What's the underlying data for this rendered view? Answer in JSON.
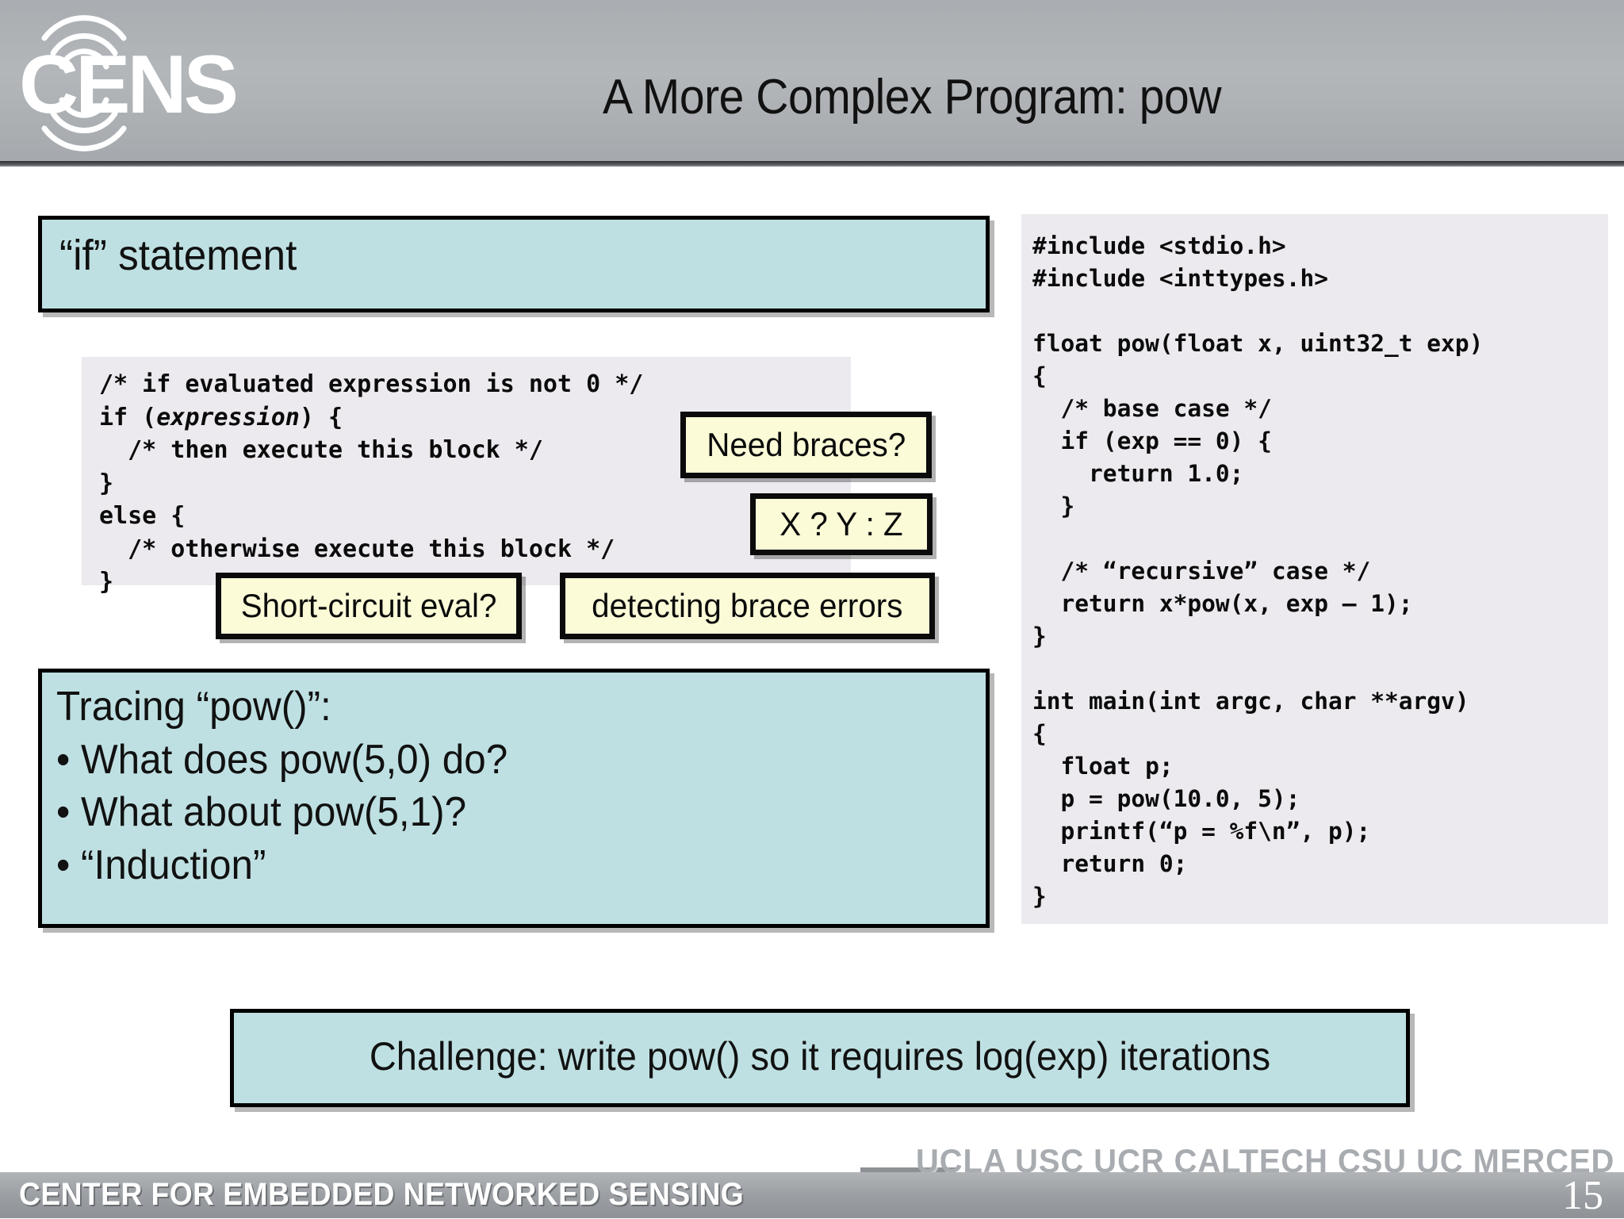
{
  "header": {
    "title": "A More Complex Program: pow",
    "logo_text": "CENS",
    "logo_icon": "cens-wave-logo"
  },
  "if_statement": {
    "heading": "“if” statement",
    "code_lines": [
      "/* if evaluated expression is not 0 */",
      "if (expression) {",
      "  /* then execute this block */",
      "}",
      "else {",
      "  /* otherwise execute this block */",
      "}"
    ],
    "italic_token": "expression"
  },
  "callouts": [
    {
      "id": "need-braces",
      "label": "Need braces?"
    },
    {
      "id": "ternary",
      "label": "X ? Y : Z"
    },
    {
      "id": "short-circuit",
      "label": "Short-circuit eval?"
    },
    {
      "id": "brace-errors",
      "label": "detecting brace errors"
    }
  ],
  "tracing": {
    "title": "Tracing “pow()”:",
    "bullets": [
      "• What does pow(5,0) do?",
      "• What about pow(5,1)?",
      "• “Induction”"
    ]
  },
  "challenge": {
    "label": "Challenge: write pow() so it requires log(exp) iterations"
  },
  "program": {
    "code": "#include <stdio.h>\n#include <inttypes.h>\n\nfloat pow(float x, uint32_t exp)\n{\n  /* base case */\n  if (exp == 0) {\n    return 1.0;\n  }\n\n  /* “recursive” case */\n  return x*pow(x, exp – 1);\n}\n\nint main(int argc, char **argv)\n{\n  float p;\n  p = pow(10.0, 5);\n  printf(“p = %f\\n”, p);\n  return 0;\n}"
  },
  "footer": {
    "organization": "CENTER FOR EMBEDDED NETWORKED SENSING",
    "campuses": "UCLA  USC  UCR  CALTECH  CSU  UC MERCED",
    "page_number": "15"
  },
  "colors": {
    "teal_fill": "#bfe0e2",
    "callout_fill": "#fbfbd8",
    "code_fill": "#eceaee",
    "header_gray": "#aeb2b6",
    "footer_gray": "#9a9ea2"
  }
}
